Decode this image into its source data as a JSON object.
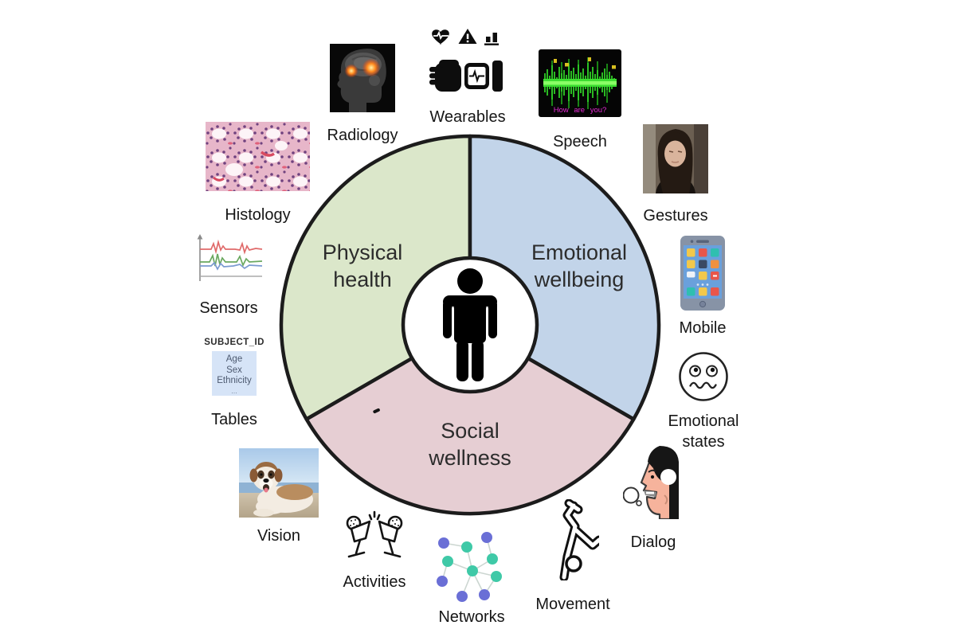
{
  "wheel": {
    "outline_color": "#1c1c1c",
    "center_icon": "person",
    "segments": [
      {
        "name": "physical-health",
        "lines": [
          "Physical",
          "health"
        ],
        "color": "#dbe7ca"
      },
      {
        "name": "emotional-wellbeing",
        "lines": [
          "Emotional",
          "wellbeing"
        ],
        "color": "#c2d4e9"
      },
      {
        "name": "social-wellness",
        "lines": [
          "Social",
          "wellness"
        ],
        "color": "#e6ced3"
      }
    ]
  },
  "modalities": [
    {
      "label": "Radiology",
      "icon": "brain-mri"
    },
    {
      "label": "Wearables",
      "icon": "fist-smartwatch"
    },
    {
      "label": "Speech",
      "icon": "audio-waveform"
    },
    {
      "label": "Gestures",
      "icon": "webcam-portrait"
    },
    {
      "label": "Mobile",
      "icon": "smartphone"
    },
    {
      "label": "Emotional states",
      "icon": "confused-face"
    },
    {
      "label": "Dialog",
      "icon": "talking-head"
    },
    {
      "label": "Movement",
      "icon": "handstand-figure"
    },
    {
      "label": "Networks",
      "icon": "graph-nodes"
    },
    {
      "label": "Activities",
      "icon": "clinking-glasses"
    },
    {
      "label": "Vision",
      "icon": "dog-photo"
    },
    {
      "label": "Tables",
      "icon": "subject-table"
    },
    {
      "label": "Sensors",
      "icon": "signal-chart"
    },
    {
      "label": "Histology",
      "icon": "tissue-slide"
    }
  ],
  "speech_sample": {
    "caption": "How   are   you?"
  },
  "table_sample": {
    "header": "SUBJECT_ID",
    "rows": [
      "Age",
      "Sex",
      "Ethnicity",
      "..."
    ]
  }
}
